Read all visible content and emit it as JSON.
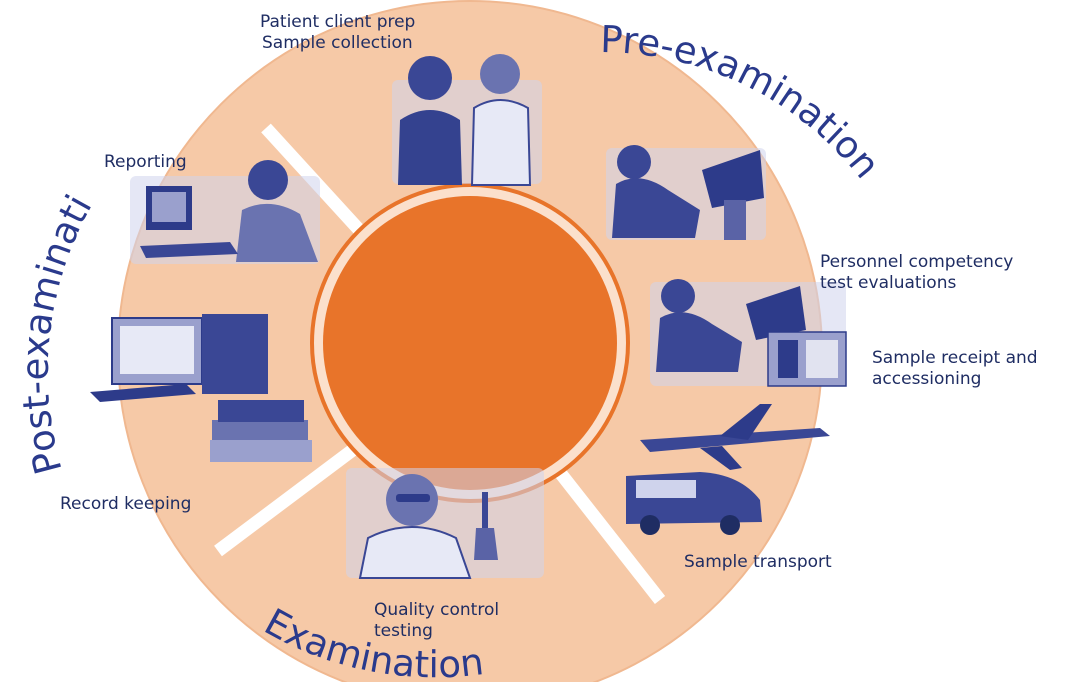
{
  "colors": {
    "ring_fill": "#f6c9a7",
    "ring_edge": "#e8a87c",
    "center_fill": "#e8742a",
    "center_ring": "#f5c4a1",
    "photo_tint": "#2d3b8a",
    "text": "#1f2d63",
    "phase_text": "#2a3a8c"
  },
  "phases": {
    "pre": "Pre-examination",
    "exam": "Examination",
    "post": "Post-examination"
  },
  "steps": {
    "patient_prep": {
      "line1": "Patient client prep",
      "line2": "Sample collection",
      "icon": "doctor-patient-photo"
    },
    "personnel": {
      "line1": "Personnel competency",
      "line2": "test evaluations",
      "icon": "lab-worker-photo"
    },
    "receipt": {
      "line1": "Sample receipt and",
      "line2": "accessioning",
      "icon": "lab-analyzer-photo"
    },
    "transport": {
      "line1": "Sample transport",
      "icon": "plane-van-photo"
    },
    "qc": {
      "line1": "Quality control",
      "line2": "testing",
      "icon": "scientist-photo"
    },
    "record": {
      "line1": "Record keeping",
      "icon": "computer-books-photo"
    },
    "reporting": {
      "line1": "Reporting",
      "icon": "phone-computer-photo"
    }
  }
}
